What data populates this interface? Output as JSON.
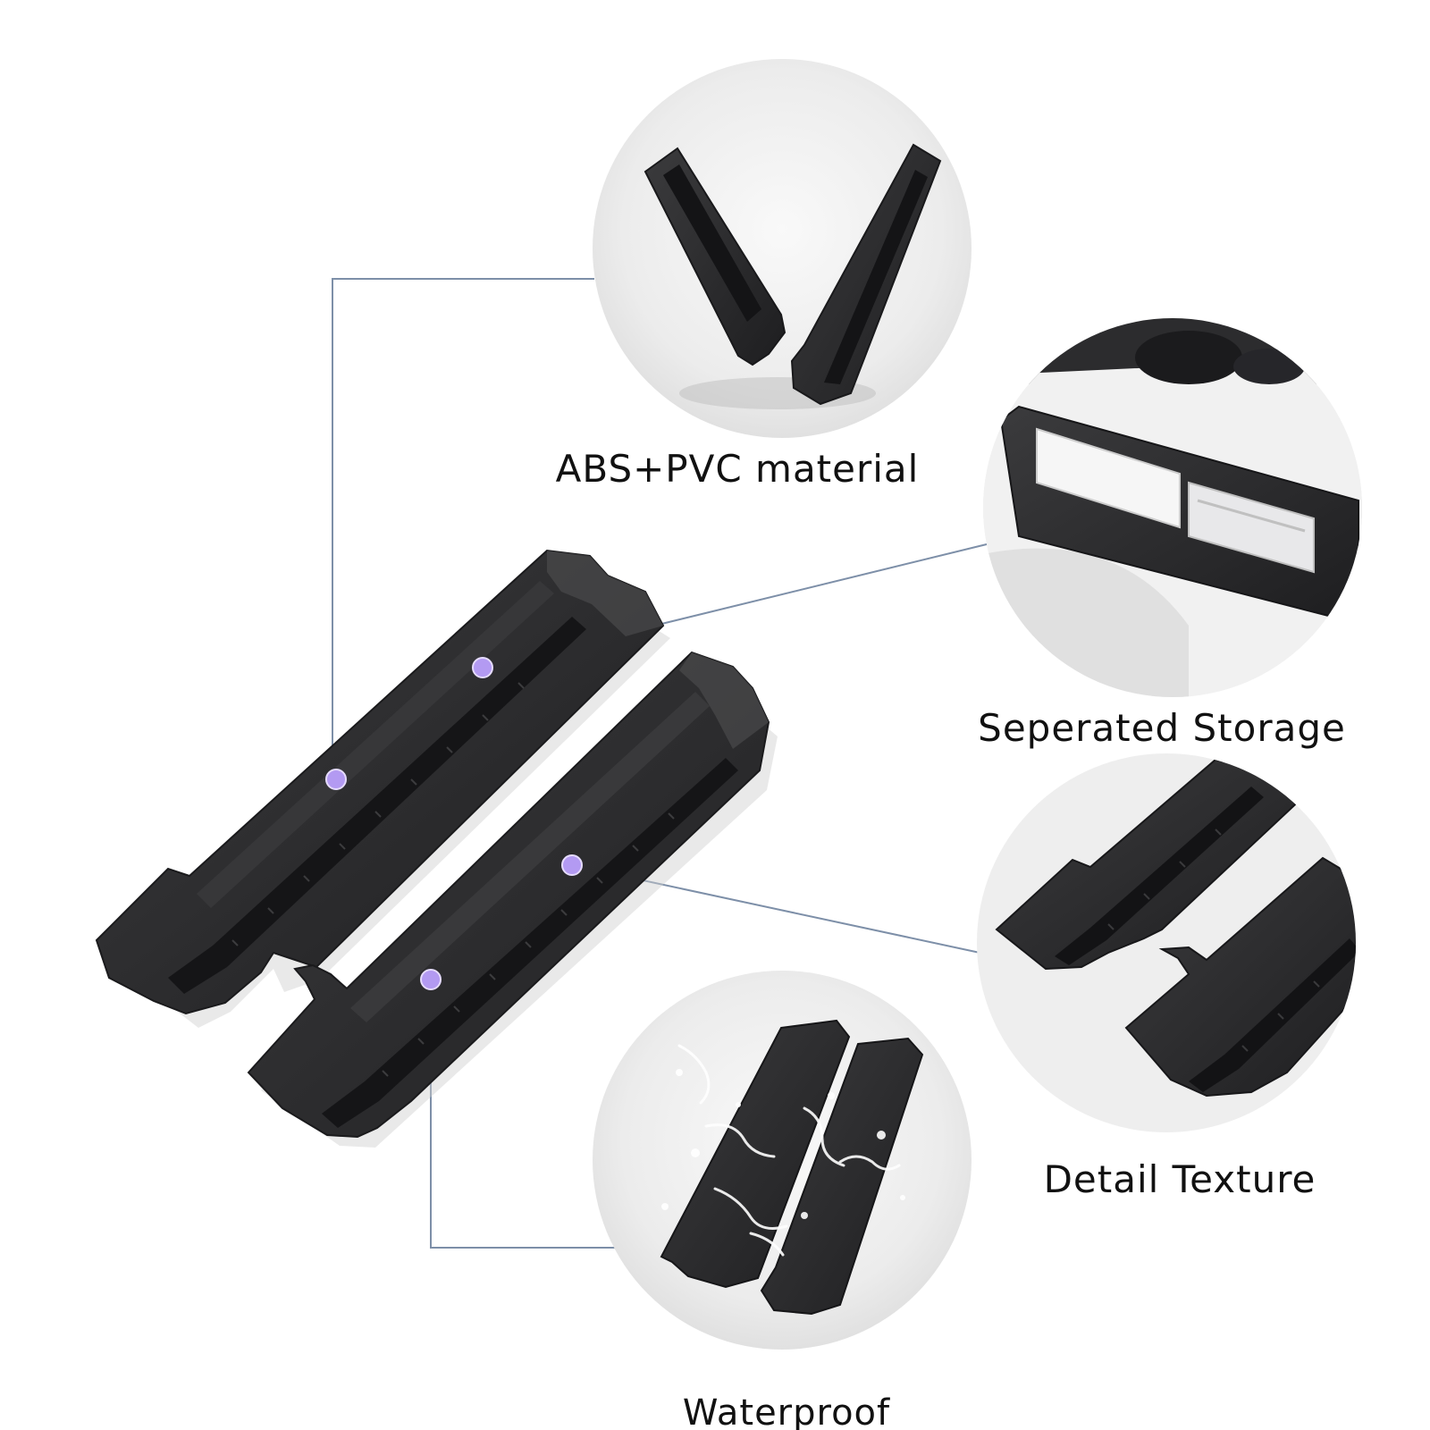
{
  "features": {
    "material": {
      "label": "ABS+PVC material"
    },
    "storage": {
      "label": "Seperated Storage"
    },
    "texture": {
      "label": "Detail Texture"
    },
    "waterproof": {
      "label": "Waterproof"
    }
  },
  "colors": {
    "background": "#ffffff",
    "product": "#2f2f31",
    "product_edge": "#1c1c1e",
    "leader_line": "#7d8fa8",
    "marker_dot": "#b39af2",
    "caption_text": "#111111",
    "circle_background": "#ededed"
  }
}
